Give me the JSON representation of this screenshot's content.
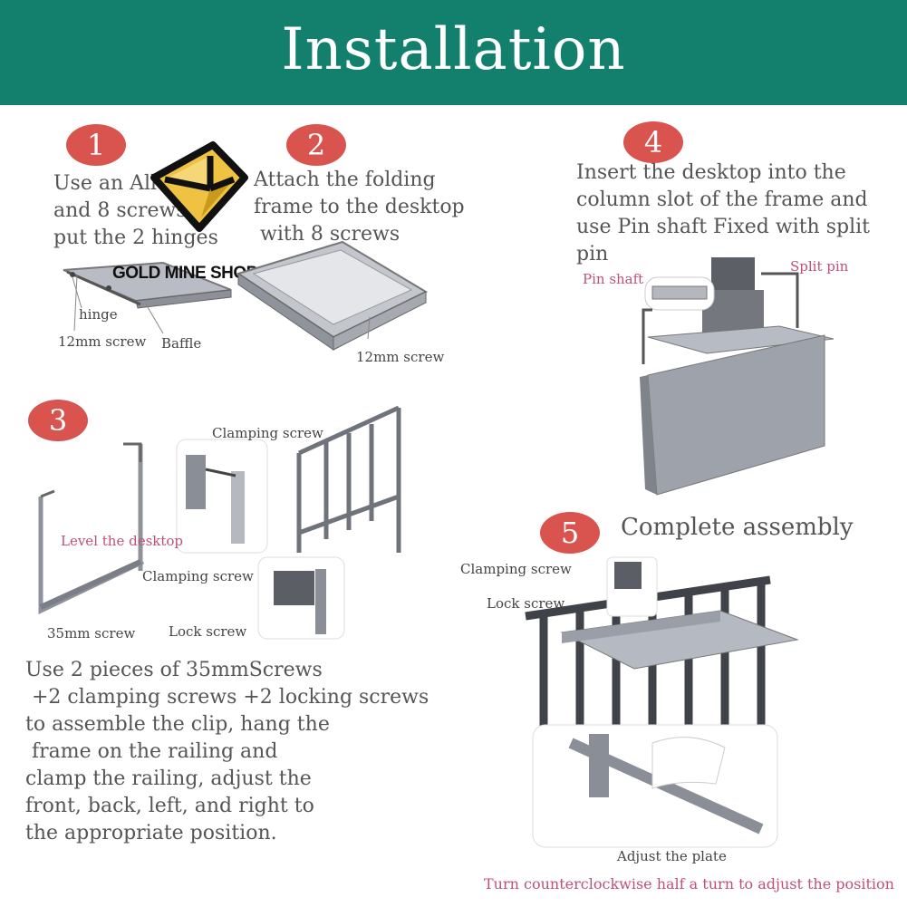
{
  "header": {
    "title": "Installation"
  },
  "watermark": {
    "text": "GOLD MINE SHOP"
  },
  "steps": [
    {
      "number": "1",
      "text": "Use an Allen key\nand 8 screws to\nput the 2 hinges",
      "labels": [
        "hinge",
        "12mm screw",
        "Baffle"
      ]
    },
    {
      "number": "2",
      "text": "Attach the folding\nframe to the desktop\n with 8 screws",
      "labels": [
        "12mm screw"
      ]
    },
    {
      "number": "3",
      "labels": [
        "Clamping screw",
        "Level the desktop",
        "Clamping screw",
        "35mm screw",
        "Lock screw"
      ],
      "text": "Use 2 pieces of 35mmScrews\n +2 clamping screws +2 locking screws\nto assemble the clip, hang the\n frame on the railing and\nclamp the railing, adjust the\nfront, back, left, and right to\nthe appropriate position."
    },
    {
      "number": "4",
      "text": "Insert the desktop into the\ncolumn slot of the frame and\nuse Pin shaft Fixed with split\npin",
      "labels": [
        "Pin shaft",
        "Split pin"
      ]
    },
    {
      "number": "5",
      "title": "Complete assembly",
      "labels": [
        "Clamping screw",
        "Lock screw",
        "Adjust the plate"
      ],
      "note": "Turn counterclockwise half a turn to adjust the position"
    }
  ],
  "colors": {
    "banner": "#12806c",
    "badge": "#d9534f",
    "text": "#555555",
    "callout_pink": "#c0507a"
  }
}
